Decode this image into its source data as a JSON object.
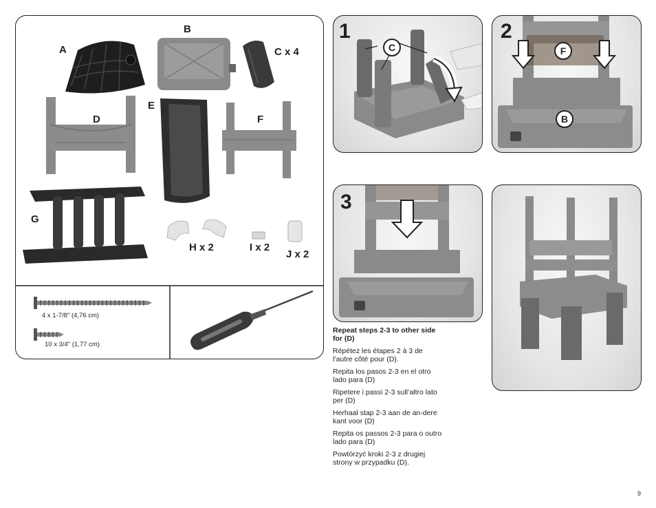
{
  "parts": {
    "A": "A",
    "B": "B",
    "C": "C x 4",
    "D": "D",
    "E": "E",
    "F": "F",
    "G": "G",
    "H": "H x 2",
    "I": "I x 2",
    "J": "J x 2"
  },
  "hardware": {
    "screw1": "4 x 1-7/8\" (4,76 cm)",
    "screw2": "10 x 3/4\" (1,77 cm)"
  },
  "steps": {
    "s1": "1",
    "s2": "2",
    "s3": "3",
    "c1": "C",
    "c2": "F",
    "c3": "B"
  },
  "instructions": {
    "en": "Repeat steps 2-3 to other side for (D)",
    "fr": "Répétez les étapes 2 à 3 de l’autre côté pour (D).",
    "es": "Repita los pasos 2-3 en el otro lado para (D)",
    "it": "Ripetere i passi 2-3 sull’altro lato per (D)",
    "nl": "Herhaal stap 2-3 aan de an-dere kant voor (D)",
    "pt": "Repita os passos 2-3 para o outro lado para (D)",
    "pl": "Powtórzyć kroki 2-3 z drugiej strony w przypadku (D)."
  },
  "page_number": "9"
}
